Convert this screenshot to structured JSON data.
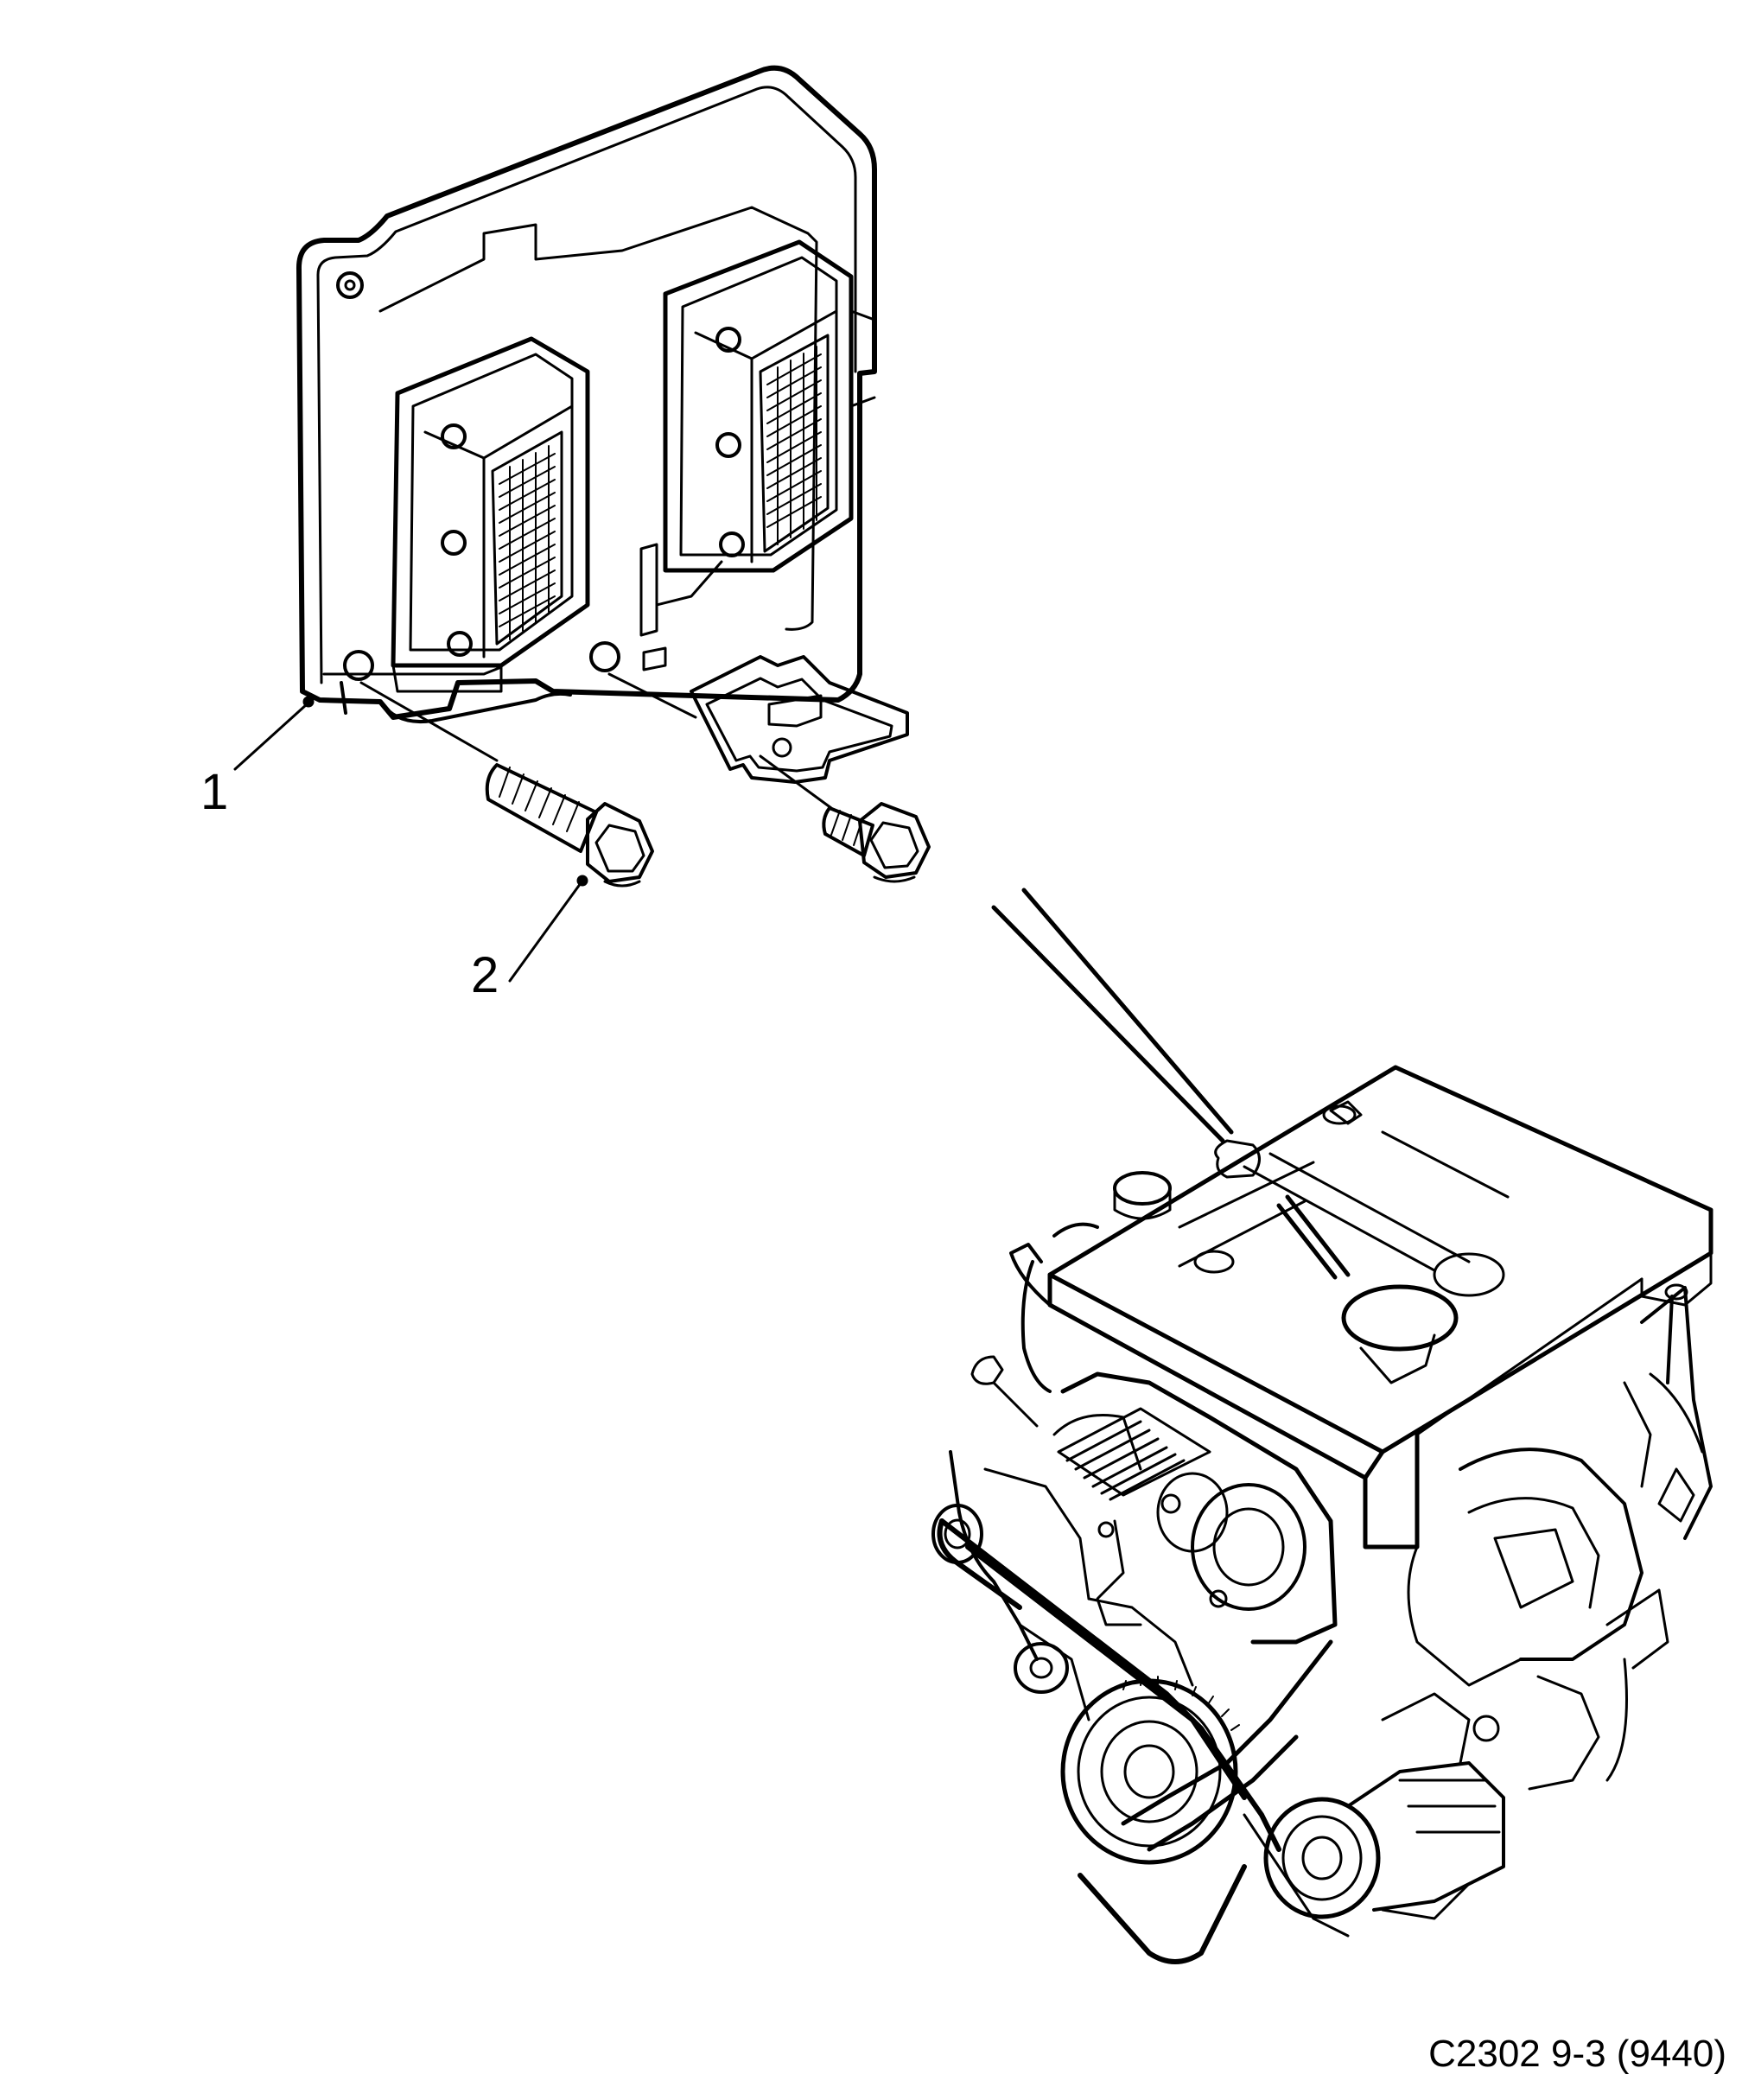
{
  "callouts": [
    {
      "number": "1",
      "part": "ecu-module"
    },
    {
      "number": "2",
      "part": "mounting-bolt"
    }
  ],
  "caption": "C2302 9-3 (9440)",
  "colors": {
    "line": "#000000",
    "background": "#ffffff"
  }
}
